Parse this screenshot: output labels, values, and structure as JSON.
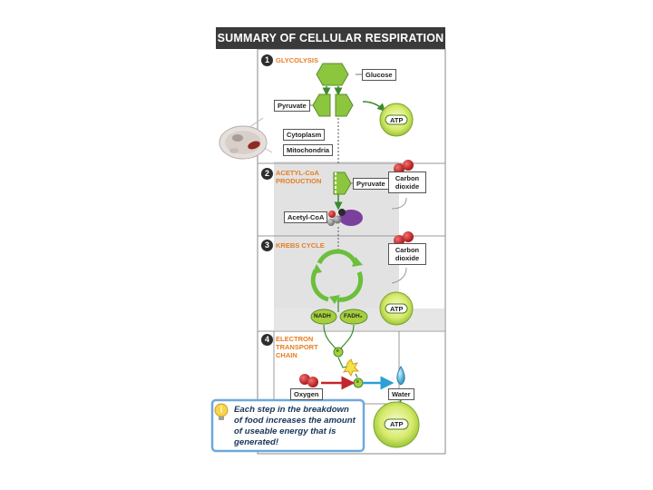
{
  "title": "SUMMARY OF CELLULAR RESPIRATION",
  "steps": [
    {
      "number": "1",
      "name": "GLYCOLYSIS"
    },
    {
      "number": "2",
      "name_line1": "ACETYL-CoA",
      "name_line2": "PRODUCTION"
    },
    {
      "number": "3",
      "name": "KREBS CYCLE"
    },
    {
      "number": "4",
      "name_line1": "ELECTRON",
      "name_line2": "TRANSPORT",
      "name_line3": "CHAIN"
    }
  ],
  "labels": {
    "glucose": "Glucose",
    "pyruvate": "Pyruvate",
    "atp": "ATP",
    "cytoplasm": "Cytoplasm",
    "mitochondria": "Mitochondria",
    "carbon_dioxide_line1": "Carbon",
    "carbon_dioxide_line2": "dioxide",
    "acetyl_coa": "Acetyl-CoA",
    "nadh": "NADH",
    "fadh2": "FADH₂",
    "oxygen": "Oxygen",
    "water": "Water",
    "electron": "e"
  },
  "note": {
    "line1": "Each step in the breakdown",
    "line2": "of food increases the amount",
    "line3": "of useable energy that is",
    "line4": "generated!"
  },
  "colors": {
    "header": "#3a3a3a",
    "step_title": "#e67e22",
    "molecule_green": "#8cc63f",
    "atp_green": "#c8e34f",
    "co2_red": "#c1272d",
    "acetyl_purple": "#7b3f9e",
    "note_border": "#6fa8dc",
    "water_blue": "#2e9fd6"
  }
}
